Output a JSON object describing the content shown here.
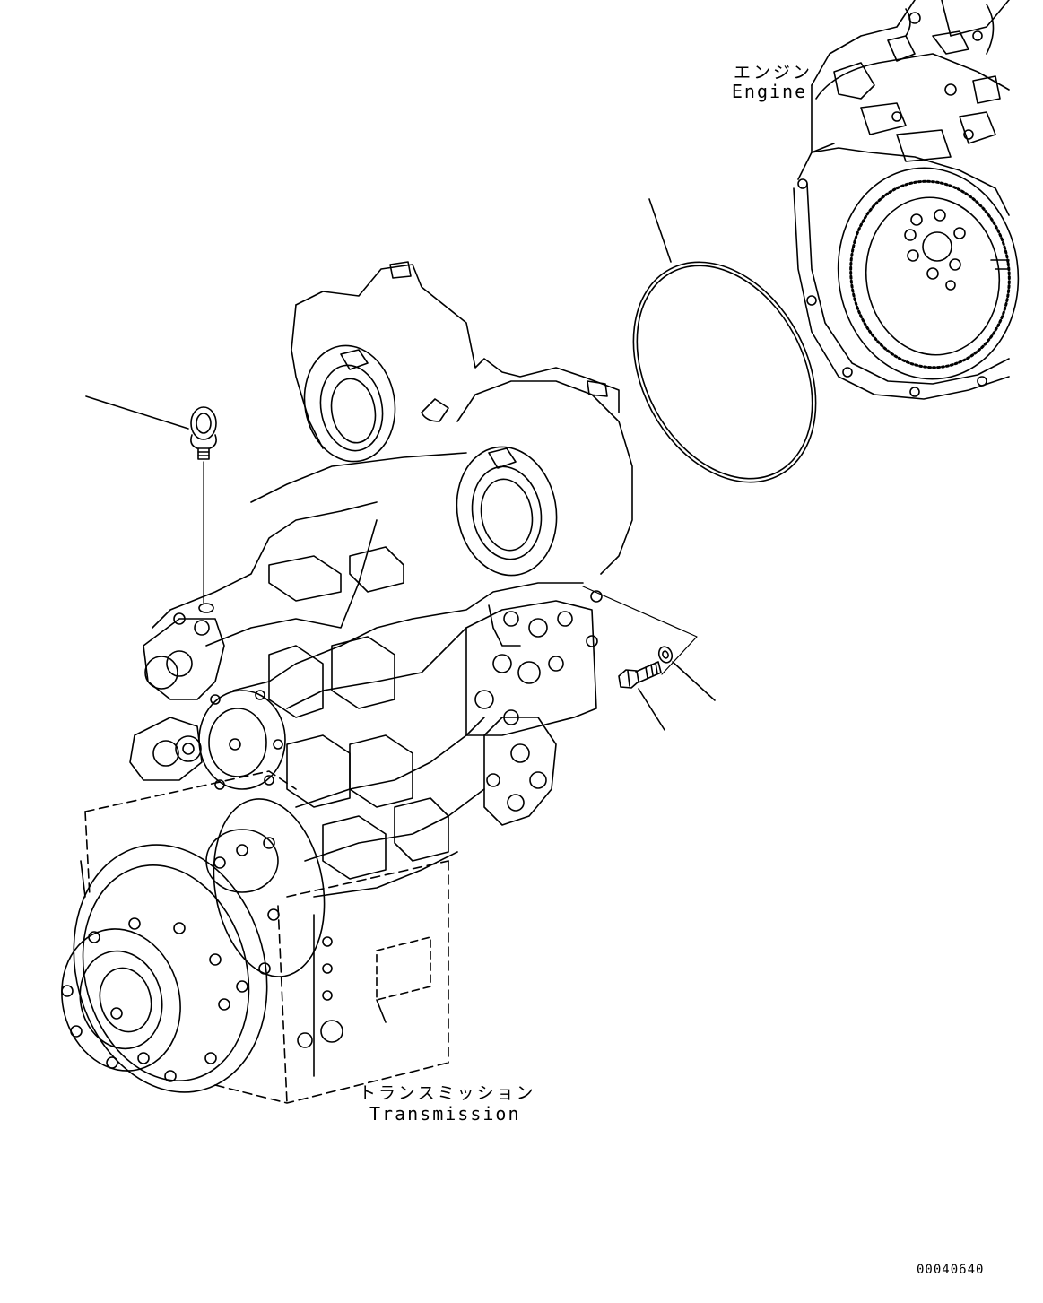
{
  "labels": {
    "engine_jp": "エンジン",
    "engine_en": "Engine",
    "transmission_jp": "トランスミッション",
    "transmission_en": "Transmission"
  },
  "drawing_number": "00040640",
  "parts": [
    {
      "name": "eyebolt",
      "icon": "eyebolt-icon"
    },
    {
      "name": "o-ring",
      "icon": "o-ring-icon"
    },
    {
      "name": "bolt",
      "icon": "bolt-icon"
    },
    {
      "name": "washer",
      "icon": "washer-icon"
    }
  ],
  "colors": {
    "line": "#000000",
    "background": "#ffffff"
  }
}
